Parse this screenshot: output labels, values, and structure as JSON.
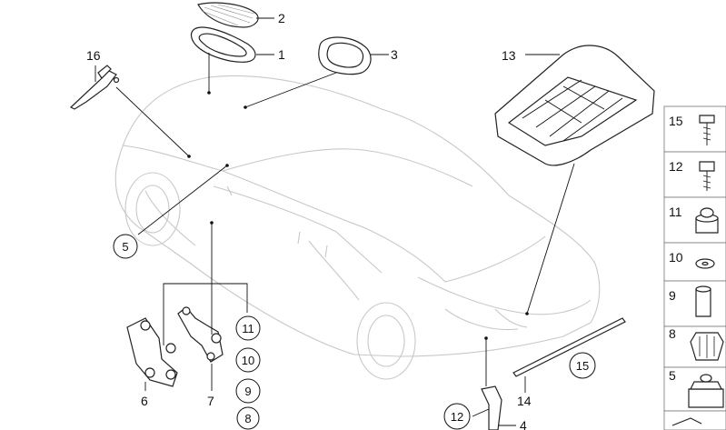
{
  "callouts": {
    "n1": "1",
    "n2": "2",
    "n3": "3",
    "n4": "4",
    "n5": "5",
    "n6": "6",
    "n7": "7",
    "n8": "8",
    "n9": "9",
    "n10": "10",
    "n11": "11",
    "n12": "12",
    "n13": "13",
    "n14": "14",
    "n15": "15",
    "n16": "16"
  },
  "legend": {
    "items": [
      "15",
      "12",
      "11",
      "10",
      "9",
      "8",
      "5"
    ]
  }
}
